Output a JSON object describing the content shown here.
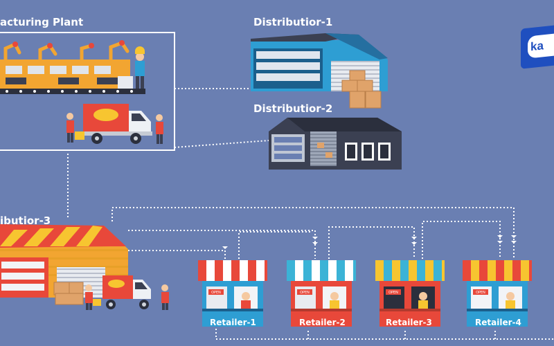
{
  "labels": {
    "manufacturing_plant": "acturing Plant",
    "distributor_1": "Distributior-1",
    "distributor_2": "Distributior-2",
    "distributor_3": "ibutior-3",
    "retailers": [
      "Retailer-1",
      "Retailer-2",
      "Retailer-3",
      "Retailer-4"
    ],
    "logo_text": "ka",
    "open_sign": "OPEN"
  },
  "colors": {
    "background": "#6a7fb2",
    "connector": "#ffffff",
    "awning_red": "#e8483a",
    "awning_blue": "#3bb3d6",
    "awning_yellow": "#f7c530",
    "warehouse_blue": "#2e9ed3",
    "warehouse_dark": "#3b4052",
    "warehouse_orange": "#f2a531",
    "logo_blue": "#1f4fbf"
  }
}
